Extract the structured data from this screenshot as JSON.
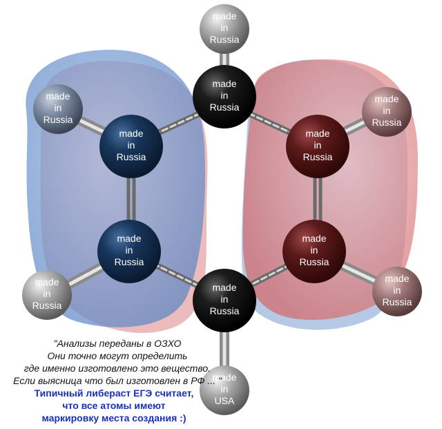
{
  "atoms": {
    "c_top": "made\nin\nRussia",
    "c_upper_left": "made\nin\nRussia",
    "c_upper_right": "made\nin\nRussia",
    "c_lower_left": "made\nin\nRussia",
    "c_lower_right": "made\nin\nRussia",
    "c_bottom": "made\nin\nRussia",
    "h_top": "made\nin\nRussia",
    "h_upper_left": "made\nin\nRussia",
    "h_upper_right": "made\nin\nRussia",
    "h_lower_left": "made\nin\nRussia",
    "h_lower_right": "made\nin\nRussia",
    "h_bottom": "made\nin\nUSA"
  },
  "quote": [
    "\"Анализы переданы в ОЗХО",
    "Они точно могут определить",
    "где именно изготовлено это вещество.",
    "Если выясница что был изготовлен в РФ ... \""
  ],
  "caption": [
    "Типичный либераст ЕГЭ считает,",
    "что все атомы имеют",
    "маркировку места создания :)"
  ],
  "colors": {
    "blue_lobe": "#5b86c4",
    "red_lobe": "#d46a6a",
    "caption_text": "#1a2fb8"
  }
}
